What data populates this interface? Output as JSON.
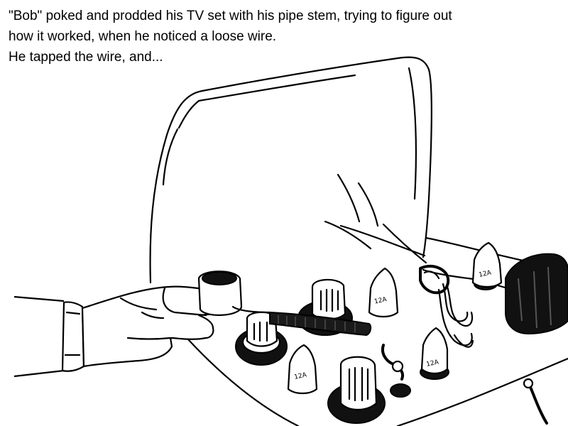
{
  "caption": {
    "line1": "\"Bob\" poked and prodded his TV set with his pipe stem, trying to figure out",
    "line2": "how it worked, when he noticed a loose wire.",
    "line3": "He tapped the wire, and..."
  },
  "tube_label": "12A"
}
